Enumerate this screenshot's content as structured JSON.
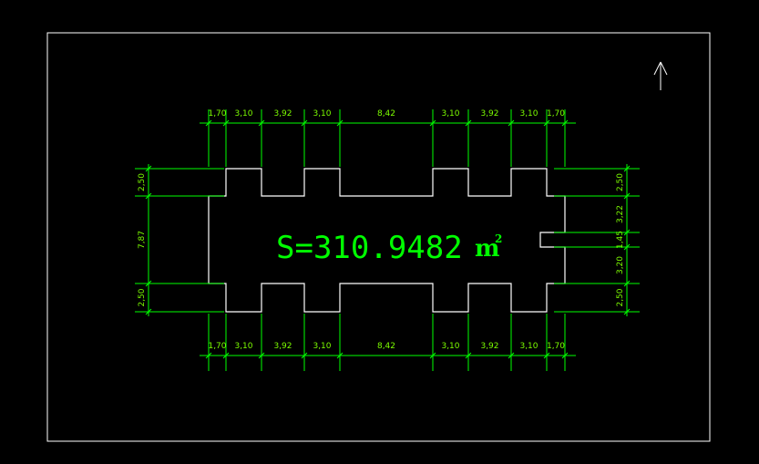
{
  "drawing": {
    "area_label": "S=310.9482",
    "area_unit": "m",
    "area_unit_sup": "2",
    "colors": {
      "background": "#000000",
      "outline": "#FFFFFF",
      "dimension": "#00FF00"
    },
    "north_arrow_icon": "arrow-up-icon"
  },
  "dims": {
    "top": [
      "1,70",
      "3,10",
      "3,92",
      "3,10",
      "8,42",
      "3,10",
      "3,92",
      "3,10",
      "1,70"
    ],
    "bottom": [
      "1,70",
      "3,10",
      "3,92",
      "3,10",
      "8,42",
      "3,10",
      "3,92",
      "3,10",
      "1,70"
    ],
    "left": [
      "2,50",
      "7,87",
      "2,50"
    ],
    "right": [
      "2,50",
      "3,22",
      "1,45",
      "3,20",
      "2,50"
    ]
  }
}
